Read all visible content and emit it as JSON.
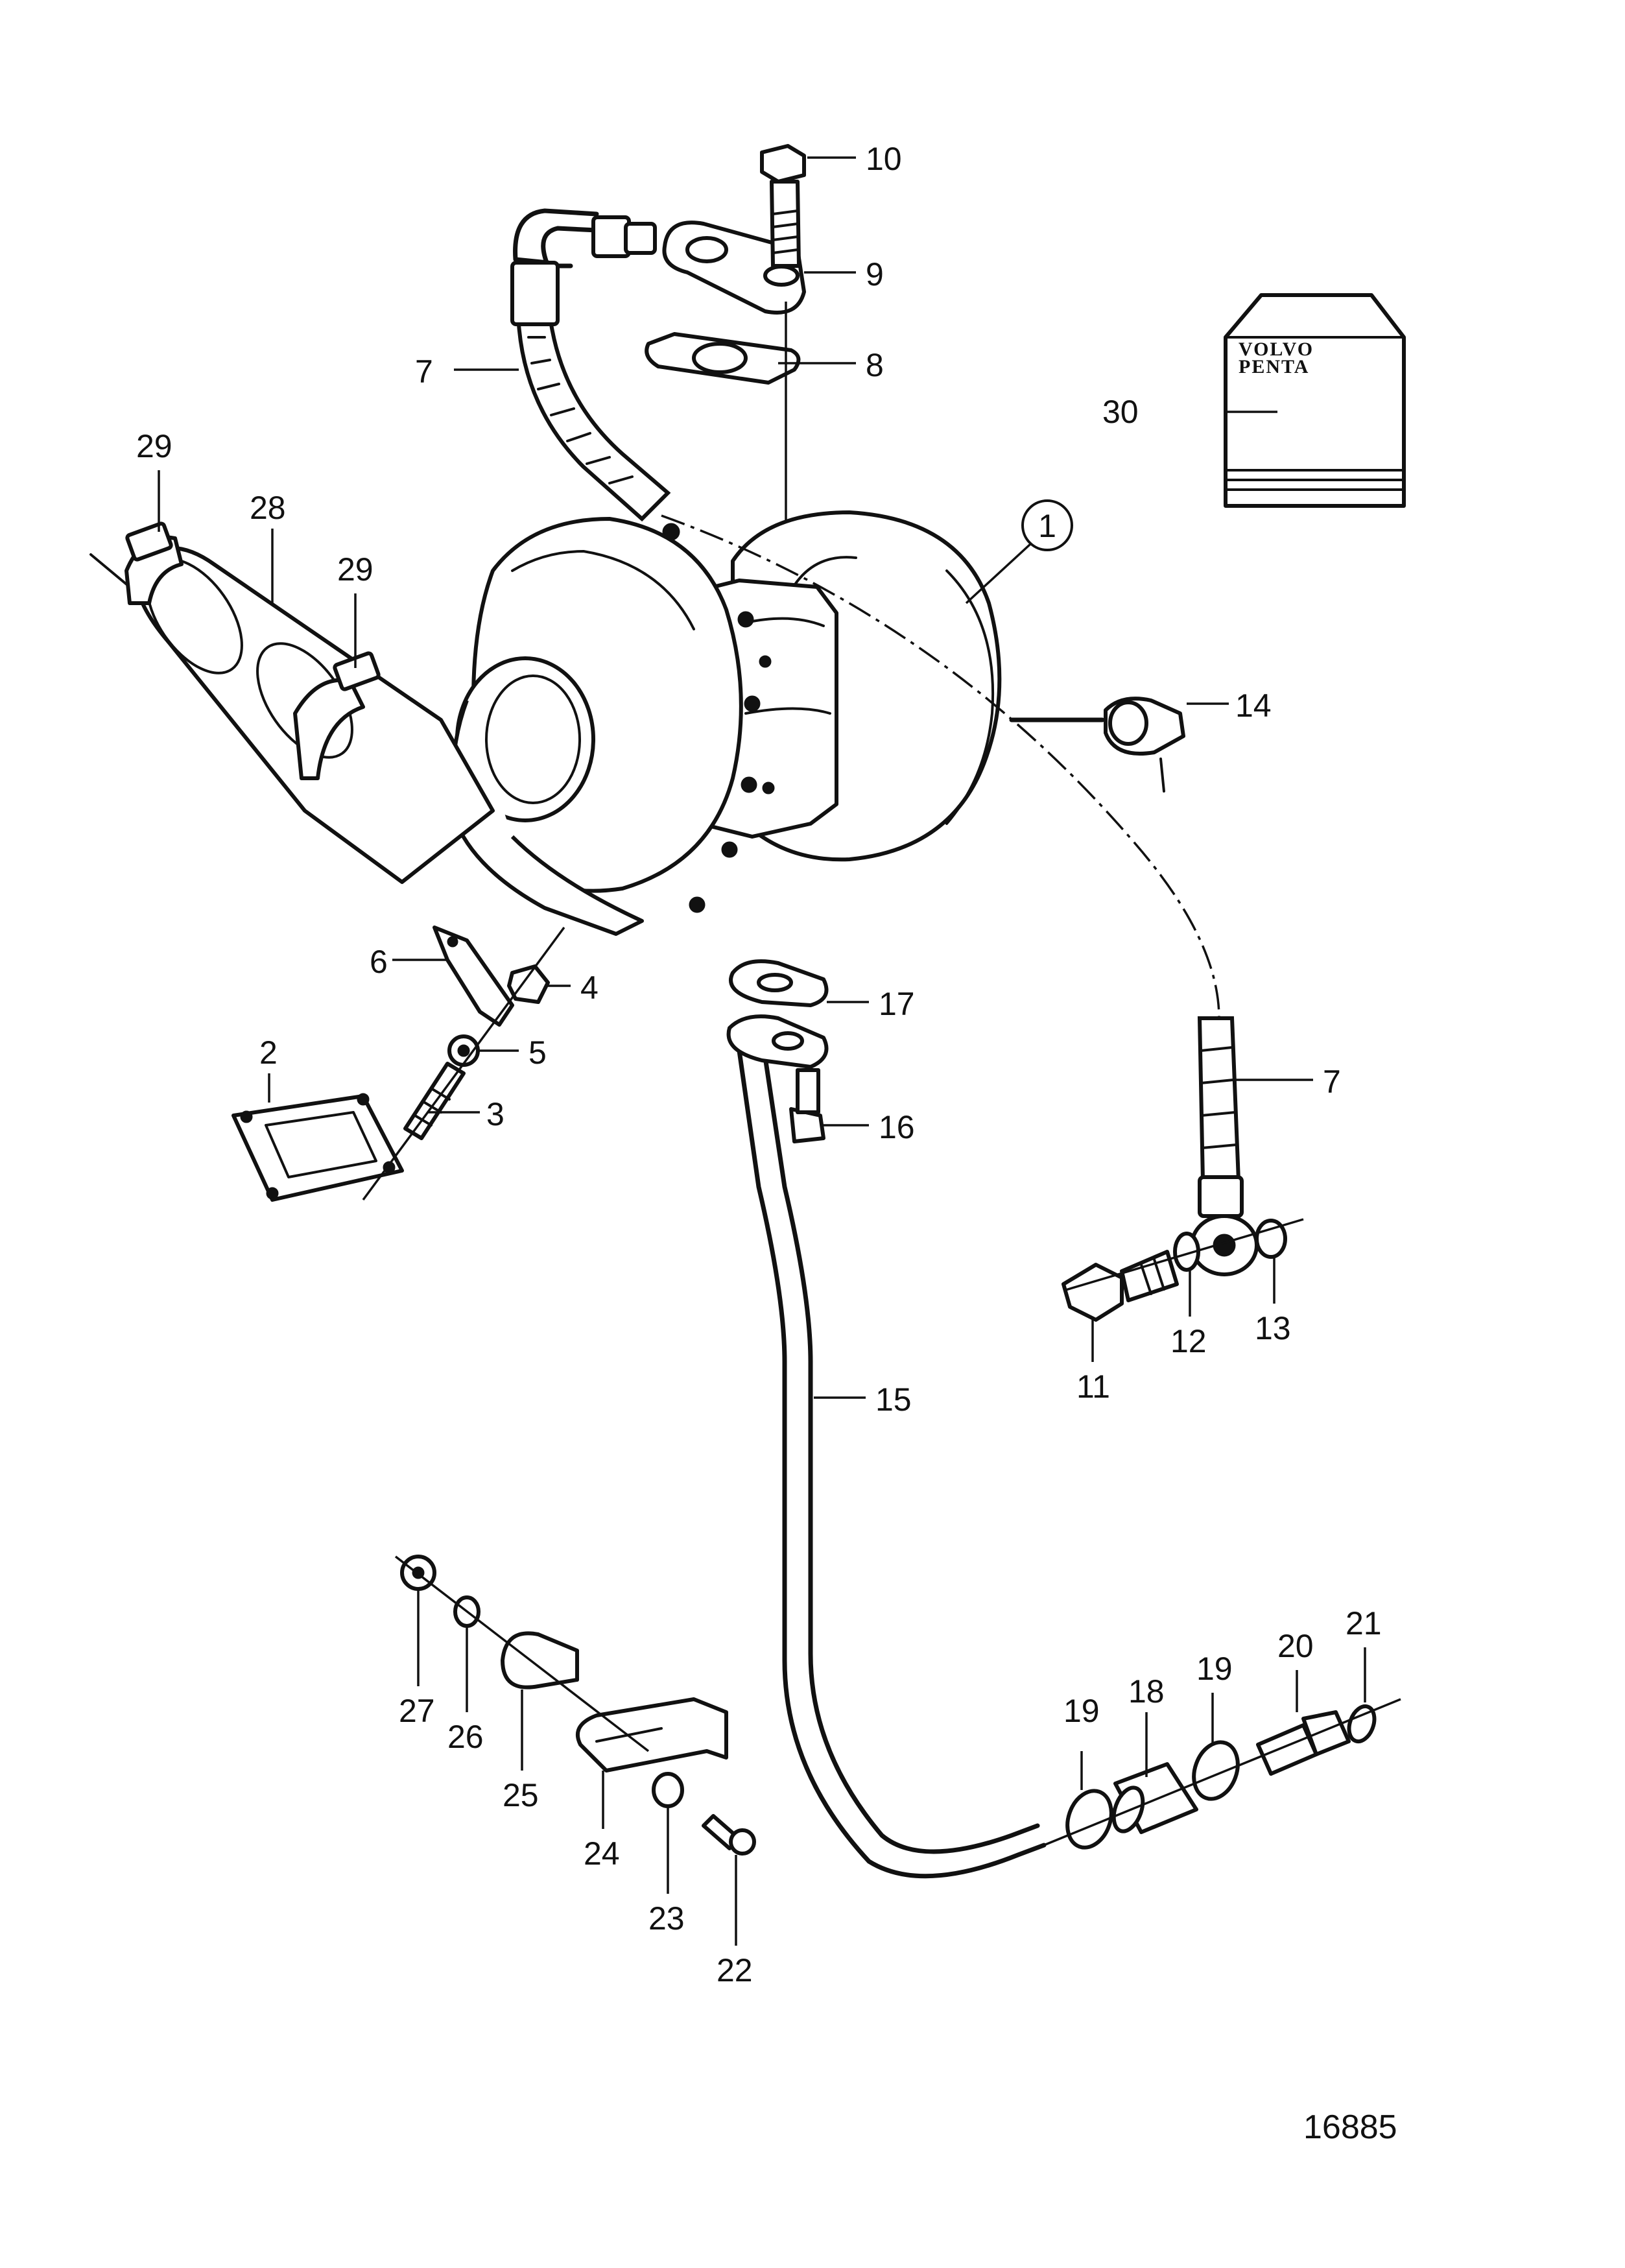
{
  "callouts": {
    "c1": "1",
    "c2": "2",
    "c3": "3",
    "c4": "4",
    "c5": "5",
    "c6": "6",
    "c7_top": "7",
    "c7_right": "7",
    "c8": "8",
    "c9": "9",
    "c10": "10",
    "c11": "11",
    "c12": "12",
    "c13": "13",
    "c14": "14",
    "c15": "15",
    "c16": "16",
    "c17": "17",
    "c18": "18",
    "c19_left": "19",
    "c19_right": "19",
    "c20": "20",
    "c21": "21",
    "c22": "22",
    "c23": "23",
    "c24": "24",
    "c25": "25",
    "c26": "26",
    "c27": "27",
    "c28": "28",
    "c29_left": "29",
    "c29_right": "29",
    "c30": "30"
  },
  "manual_packet": {
    "brand_line1": "VOLVO",
    "brand_line2": "PENTA"
  },
  "drawing_number": "16885"
}
